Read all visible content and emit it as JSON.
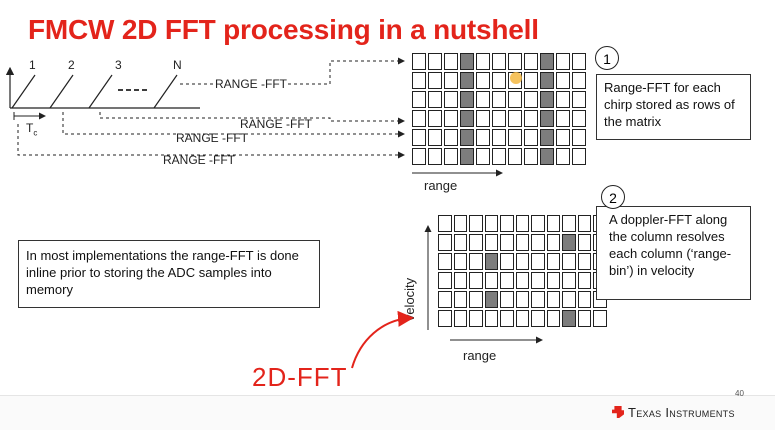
{
  "title": "FMCW 2D FFT processing in a nutshell",
  "chirp_labels": [
    "1",
    "2",
    "3",
    "N"
  ],
  "tc_label": "T",
  "tc_sub": "c",
  "range_fft_labels": [
    "RANGE -FFT",
    "RANGE -FFT",
    "RANGE -FFT",
    "RANGE -FFT"
  ],
  "matrix1": {
    "x_label": "range",
    "rows": 6,
    "cols": 11,
    "dark_cols": [
      3,
      8
    ]
  },
  "matrix2": {
    "x_label": "range",
    "y_label": "velocity",
    "rows": 6,
    "cols": 11,
    "dark_cells": [
      [
        1,
        8
      ],
      [
        2,
        3
      ],
      [
        4,
        3
      ],
      [
        5,
        8
      ]
    ]
  },
  "step1": {
    "number": "1",
    "text": "Range-FFT for each chirp stored as rows of the matrix"
  },
  "step2": {
    "number": "2",
    "text": "A doppler-FFT along the column resolves each column (‘range-bin’) in velocity"
  },
  "note": "In most implementations the range-FFT is done inline prior to storing the ADC samples into memory",
  "annotation": "2D-FFT",
  "page_number": "40",
  "brand": "Texas Instruments",
  "colors": {
    "title": "#e3241b",
    "annotation": "#e3241b",
    "cell_dark": "#7d7d7d"
  }
}
